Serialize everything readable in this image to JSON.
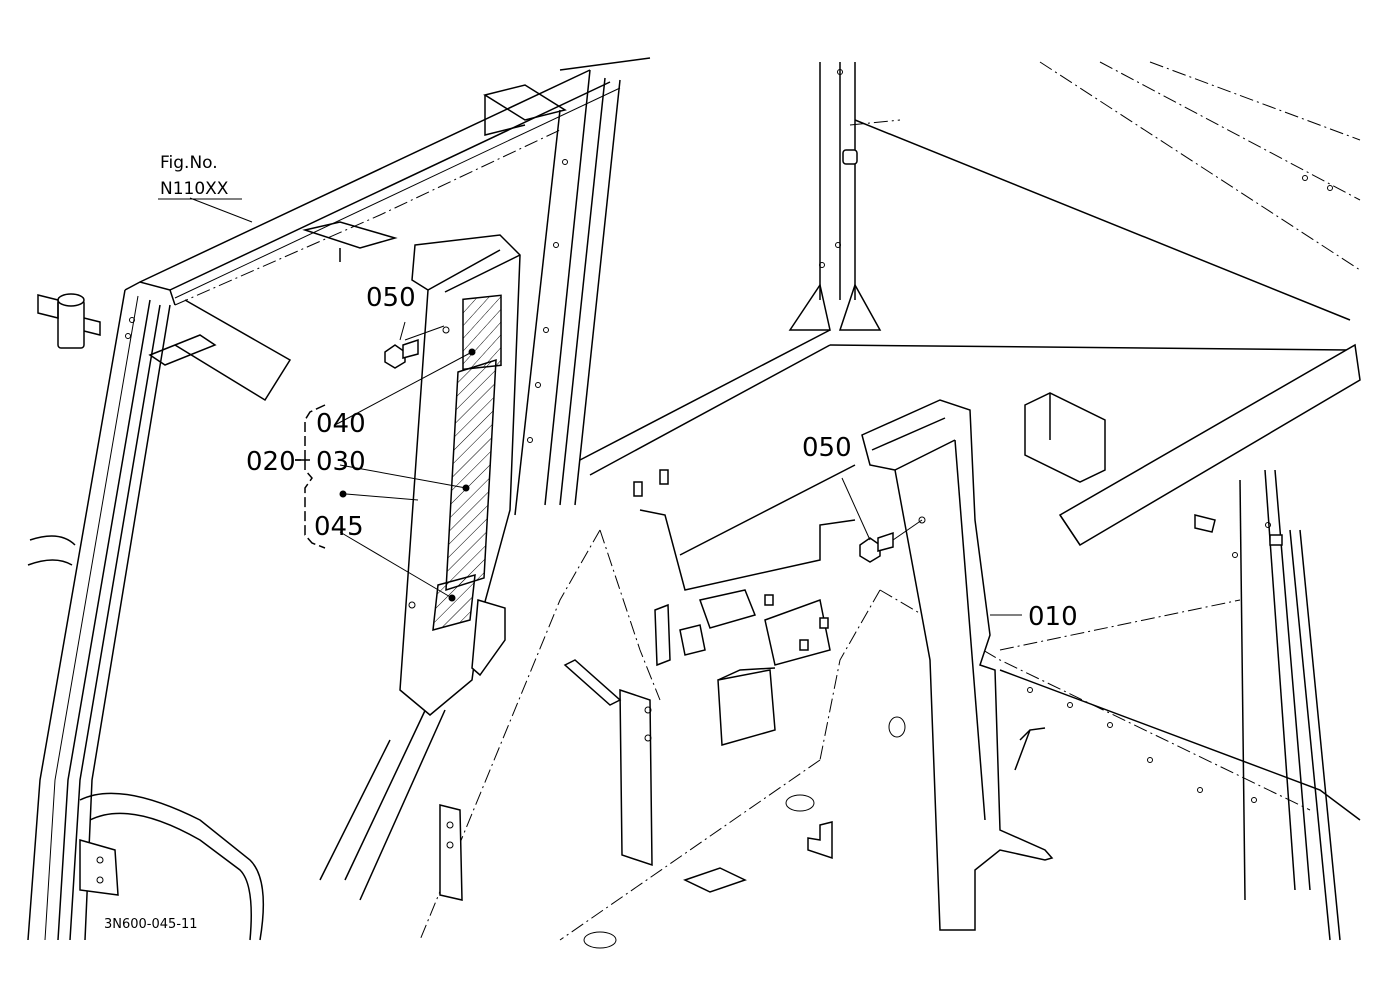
{
  "figure": {
    "fig_ref_label": "Fig.No.",
    "fig_ref_number": "N110XX",
    "drawing_code": "3N600-045-11"
  },
  "callouts": {
    "bolt_upper": "050",
    "bolt_lower": "050",
    "decal_top": "040",
    "assembly": "020",
    "decal_middle": "030",
    "decal_bottom": "045",
    "pillar_cover_right": "010"
  }
}
